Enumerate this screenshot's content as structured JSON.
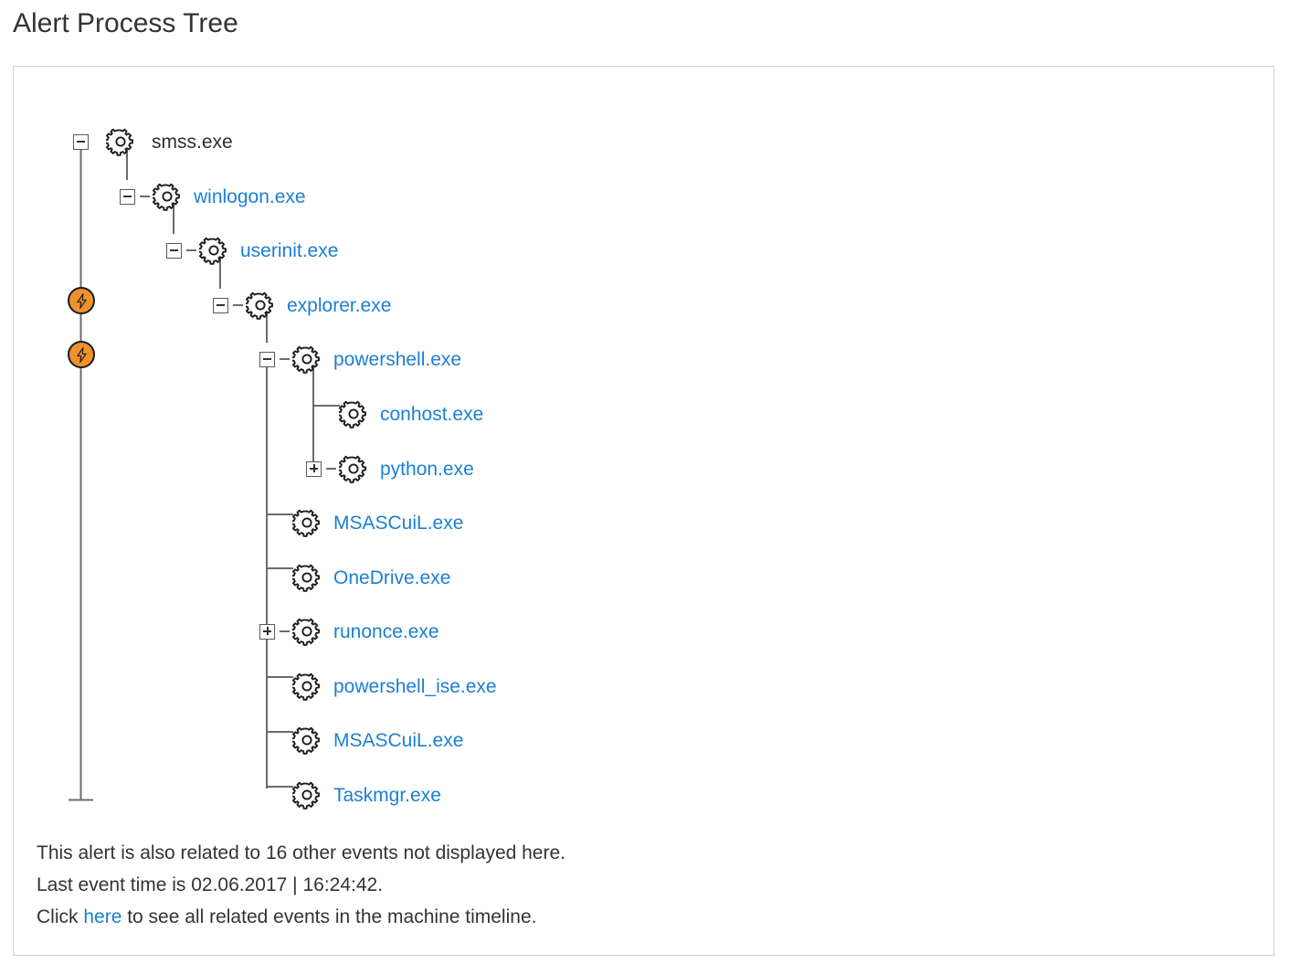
{
  "page": {
    "title": "Alert Process Tree"
  },
  "colors": {
    "link_blue": "#1b7fd4",
    "alert_orange": "#f0912d",
    "panel_border": "#ccd1dc",
    "text_dark": "#333333",
    "tree_line": "#6b6b6b"
  },
  "tree": {
    "nodes": [
      {
        "id": "smss",
        "label": "smss.exe",
        "depth": 0,
        "toggle": "minus",
        "has_dash": false,
        "is_link": false,
        "alert": false
      },
      {
        "id": "winlogon",
        "label": "winlogon.exe",
        "depth": 1,
        "toggle": "minus",
        "has_dash": true,
        "is_link": true,
        "alert": false
      },
      {
        "id": "userinit",
        "label": "userinit.exe",
        "depth": 2,
        "toggle": "minus",
        "has_dash": true,
        "is_link": true,
        "alert": false
      },
      {
        "id": "explorer",
        "label": "explorer.exe",
        "depth": 3,
        "toggle": "minus",
        "has_dash": true,
        "is_link": true,
        "alert": true
      },
      {
        "id": "powershell",
        "label": "powershell.exe",
        "depth": 4,
        "toggle": "minus",
        "has_dash": true,
        "is_link": true,
        "alert": true
      },
      {
        "id": "conhost",
        "label": "conhost.exe",
        "depth": 5,
        "toggle": "none",
        "has_dash": false,
        "is_link": true,
        "alert": false
      },
      {
        "id": "python",
        "label": "python.exe",
        "depth": 5,
        "toggle": "plus",
        "has_dash": true,
        "is_link": true,
        "alert": false
      },
      {
        "id": "msascuil1",
        "label": "MSASCuiL.exe",
        "depth": 4,
        "toggle": "none",
        "has_dash": false,
        "is_link": true,
        "alert": false
      },
      {
        "id": "onedrive",
        "label": "OneDrive.exe",
        "depth": 4,
        "toggle": "none",
        "has_dash": false,
        "is_link": true,
        "alert": false
      },
      {
        "id": "runonce",
        "label": "runonce.exe",
        "depth": 4,
        "toggle": "plus",
        "has_dash": true,
        "is_link": true,
        "alert": false
      },
      {
        "id": "powershellise",
        "label": "powershell_ise.exe",
        "depth": 4,
        "toggle": "none",
        "has_dash": false,
        "is_link": true,
        "alert": false
      },
      {
        "id": "msascuil2",
        "label": "MSASCuiL.exe",
        "depth": 4,
        "toggle": "none",
        "has_dash": false,
        "is_link": true,
        "alert": false
      },
      {
        "id": "taskmgr",
        "label": "Taskmgr.exe",
        "depth": 4,
        "toggle": "none",
        "has_dash": false,
        "is_link": true,
        "alert": false
      }
    ]
  },
  "footer": {
    "line1": "This alert is also related to 16 other events not displayed here.",
    "line2": "Last event time is 02.06.2017 | 16:24:42.",
    "line3_prefix": "Click ",
    "line3_link": "here",
    "line3_suffix": " to see all related events in the machine timeline."
  }
}
